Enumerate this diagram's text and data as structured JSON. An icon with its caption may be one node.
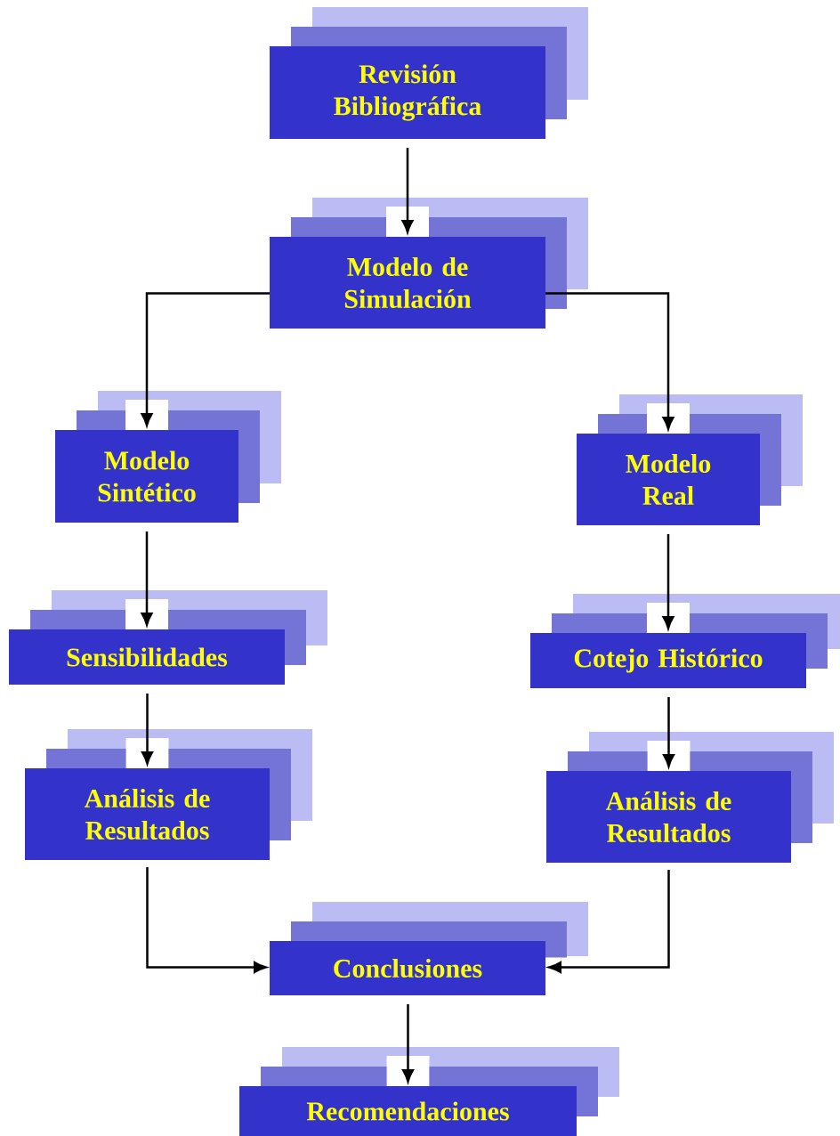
{
  "diagram": {
    "nodes": [
      {
        "text": [
          "Revisión Bibliográfica"
        ]
      },
      {
        "text": [
          "Modelo de Simulación"
        ]
      },
      {
        "text": [
          "Modelo Sintético"
        ]
      },
      {
        "text": [
          "Modelo Real"
        ]
      },
      {
        "text": [
          "Sensibilidades"
        ]
      },
      {
        "text": [
          "Cotejo Histórico"
        ]
      },
      {
        "text": [
          "Análisis de Resultados"
        ]
      },
      {
        "text": [
          "Análisis de Resultados"
        ]
      },
      {
        "text": [
          "Conclusiones"
        ]
      },
      {
        "text": [
          "Recomendaciones"
        ]
      }
    ],
    "edges": [
      {
        "from": 0,
        "to": 1,
        "arrow": "to"
      },
      {
        "from": 1,
        "to": 2,
        "arrow": "to"
      },
      {
        "from": 1,
        "to": 3,
        "arrow": "to"
      },
      {
        "from": 2,
        "to": 4,
        "arrow": "to"
      },
      {
        "from": 3,
        "to": 5,
        "arrow": "to"
      },
      {
        "from": 4,
        "to": 6,
        "arrow": "to"
      },
      {
        "from": 5,
        "to": 7,
        "arrow": "to"
      },
      {
        "from": 6,
        "to": 8,
        "arrow": "to"
      },
      {
        "from": 7,
        "to": 8,
        "arrow": "to"
      },
      {
        "from": 8,
        "to": 9,
        "arrow": "to"
      }
    ]
  }
}
